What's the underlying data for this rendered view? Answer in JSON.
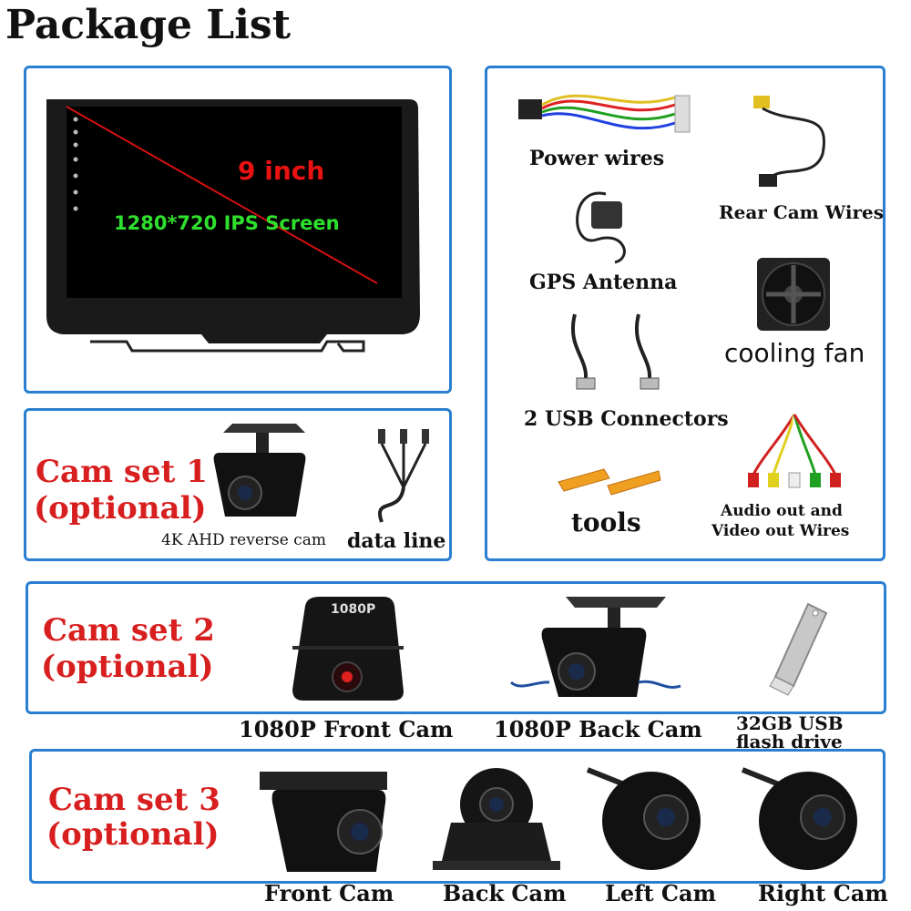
{
  "page": {
    "title": "Package List"
  },
  "main_unit": {
    "size_label": "9 inch",
    "screen_label": "1280*720 IPS Screen"
  },
  "accessories": {
    "power_wires": "Power wires",
    "rear_cam_wires": "Rear Cam Wires",
    "gps_antenna": "GPS Antenna",
    "cooling_fan": "cooling fan",
    "usb_connectors": "2 USB Connectors",
    "tools": "tools",
    "av_wires_line1": "Audio out and",
    "av_wires_line2": "Video out Wires"
  },
  "cam_set_1": {
    "title_line1": "Cam set 1",
    "title_line2": "(optional)",
    "reverse_cam": "4K AHD reverse cam",
    "data_line": "data line"
  },
  "cam_set_2": {
    "title_line1": "Cam set 2",
    "title_line2": "(optional)",
    "front_cam": "1080P Front Cam",
    "back_cam": "1080P Back Cam",
    "usb_line1": "32GB USB",
    "usb_line2": "flash drive",
    "cam_badge": "1080P"
  },
  "cam_set_3": {
    "title_line1": "Cam set 3",
    "title_line2": "(optional)",
    "front_cam": "Front Cam",
    "back_cam": "Back Cam",
    "left_cam": "Left Cam",
    "right_cam": "Right Cam"
  },
  "colors": {
    "border": "#2a7fd0",
    "accent_red": "#d81f1f",
    "screen_green": "#2ee02e"
  }
}
